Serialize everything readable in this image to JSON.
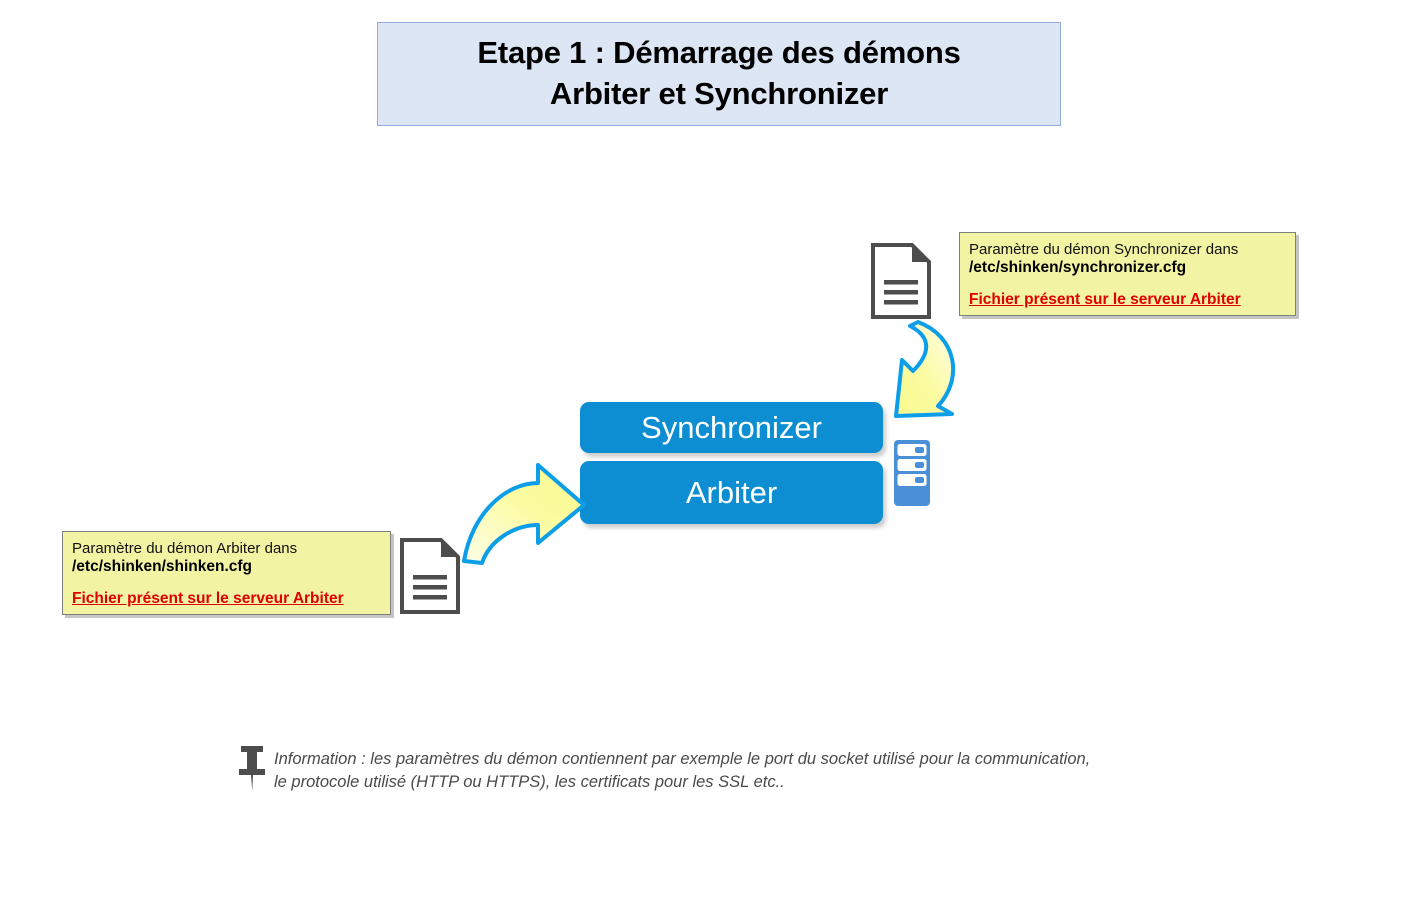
{
  "title": {
    "line1": "Etape 1 : Démarrage des démons",
    "line2": "Arbiter et Synchronizer"
  },
  "boxes": [
    {
      "id": "synchronizer",
      "label": "Synchronizer"
    },
    {
      "id": "arbiter",
      "label": "Arbiter"
    }
  ],
  "callouts": {
    "synchronizer": {
      "description": "Paramètre du démon Synchronizer dans",
      "path": "/etc/shinken/synchronizer.cfg",
      "warning": "Fichier présent sur le serveur Arbiter"
    },
    "arbiter": {
      "description": "Paramètre du démon Arbiter dans",
      "path": "/etc/shinken/shinken.cfg",
      "warning": "Fichier présent sur le serveur Arbiter"
    }
  },
  "note": {
    "line1": "Information : les paramètres du démon contiennent par exemple le port du socket utilisé pour la communication,",
    "line2": "le protocole utilisé (HTTP ou HTTPS), les certificats pour les SSL etc.."
  },
  "icons": {
    "document": "document-icon",
    "server": "server-rack-icon",
    "pin": "pushpin-icon",
    "arrow_right": "curved-arrow-right-icon",
    "arrow_down": "curved-arrow-down-left-icon"
  },
  "colors": {
    "title_bg": "#dce6f5",
    "title_border": "#8faadc",
    "process_blue": "#0d8ed3",
    "callout_yellow": "#f3f3a4",
    "callout_border": "#7f7f7f",
    "warning_red": "#e00000",
    "arrow_fill": "#fbfba5",
    "arrow_stroke": "#0c9ee8",
    "document_gray": "#4d4d4d",
    "server_blue": "#4a90d9",
    "note_gray": "#4a4a4a"
  }
}
